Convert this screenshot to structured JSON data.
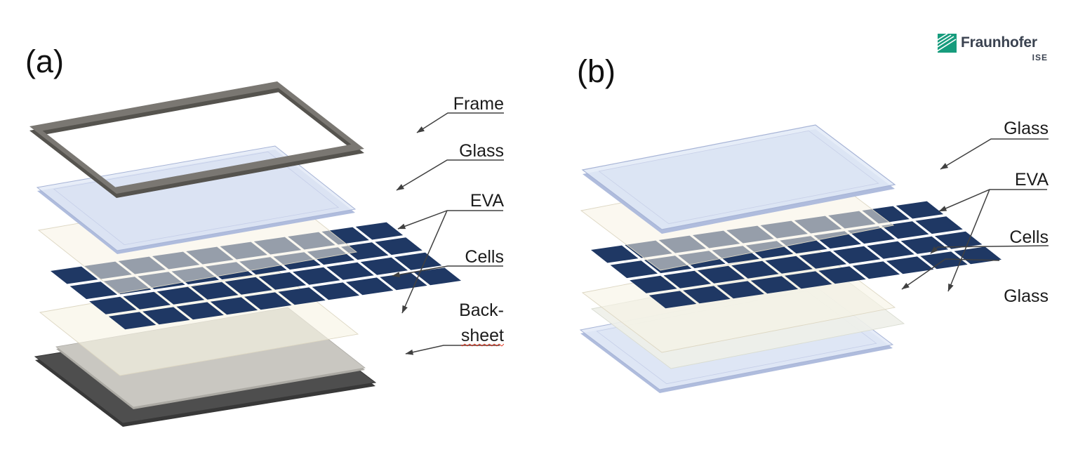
{
  "figure": {
    "caption_a": "(a)",
    "caption_b": "(b)",
    "diagram_a": {
      "description": "exploded view of framed glass-backsheet PV module",
      "labels": {
        "frame": "Frame",
        "glass": "Glass",
        "eva": "EVA",
        "cells": "Cells",
        "backsheet_line1": "Back-",
        "backsheet_line2": "sheet"
      },
      "cells_grid": {
        "columns": 10,
        "rows": 4
      }
    },
    "diagram_b": {
      "description": "exploded view of frameless glass-glass PV module",
      "labels": {
        "glass_top": "Glass",
        "eva": "EVA",
        "cells": "Cells",
        "glass_bottom": "Glass"
      },
      "cells_grid": {
        "columns": 10,
        "rows": 4
      }
    },
    "logo": {
      "brand": "Fraunhofer",
      "institute": "ISE",
      "green": "#179C7D",
      "text_color": "#3A4250"
    },
    "colors": {
      "cell": "#1F3864",
      "glass_fill": "#E3EAF7",
      "glass_edge": "#AFBCDD",
      "glass_stroke": "#A7B4D6",
      "eva_fill": "#F7F3E4",
      "eva_stroke": "#DDD7C3",
      "frame_fill": "#7A7772",
      "frame_dark": "#55534E",
      "graysheet_fill": "#C9C7C1",
      "graysheet_edge": "#ABA9A3",
      "backsheet_fill": "#4E4E4E",
      "backsheet_edge": "#383838",
      "whitesheet_fill": "#EEF0E9",
      "whitesheet_stroke": "#D9DCD1",
      "line": "#404040"
    }
  }
}
